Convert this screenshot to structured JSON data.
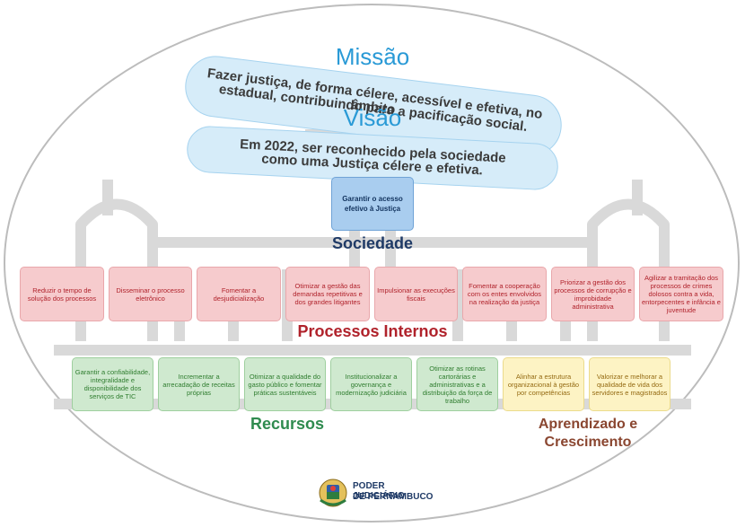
{
  "header": {
    "mission_title": "Missão",
    "mission_text_line1": "Fazer justiça, de forma célere, acessível e efetiva, no âmbito",
    "mission_text_line2": "estadual, contribuindo para a pacificação social.",
    "vision_title": "Visão",
    "vision_text_line1": "Em 2022, ser reconhecido pela sociedade",
    "vision_text_line2": "como uma Justiça célere e efetiva."
  },
  "sociedade": {
    "goal": "Garantir o acesso efetivo à Justiça",
    "label": "Sociedade"
  },
  "processos_internos": {
    "label": "Processos Internos",
    "goals": [
      "Reduzir o tempo de solução dos processos",
      "Disseminar o processo eletrônico",
      "Fomentar a desjudicialização",
      "Otimizar a gestão das demandas repetitivas e dos grandes litigantes",
      "Impulsionar as execuções fiscais",
      "Fomentar a cooperação com os entes envolvidos na realização da justiça",
      "Priorizar a gestão dos processos de corrupção e improbidade administrativa",
      "Agilizar a tramitação dos processos de crimes dolosos contra a vida, entorpecentes e infância e juventude"
    ]
  },
  "recursos": {
    "label": "Recursos",
    "goals": [
      "Garantir a confiabilidade, integralidade e disponibilidade dos serviços de TIC",
      "Incrementar a arrecadação de receitas próprias",
      "Otimizar a qualidade do gasto público e fomentar práticas sustentáveis",
      "Institucionalizar a governança e modernização judiciária",
      "Otimizar as rotinas cartorárias e administrativas e a distribuição da força de trabalho"
    ]
  },
  "aprendizado": {
    "label_line1": "Aprendizado e",
    "label_line2": "Crescimento",
    "goals": [
      "Alinhar a estrutura organizacional à gestão por competências",
      "Valorizar e melhorar a qualidade de vida dos servidores e magistrados"
    ]
  },
  "logo": {
    "line1": "PODER JUDICIÁRIO",
    "line2": "DE PERNAMBUCO"
  },
  "colors": {
    "mission_blue": "#2a9ad6",
    "sociedade_navy": "#1f3a66",
    "processos_red": "#b0222b",
    "recursos_green": "#2f8b4f",
    "aprendizado_brown": "#8a4630"
  }
}
